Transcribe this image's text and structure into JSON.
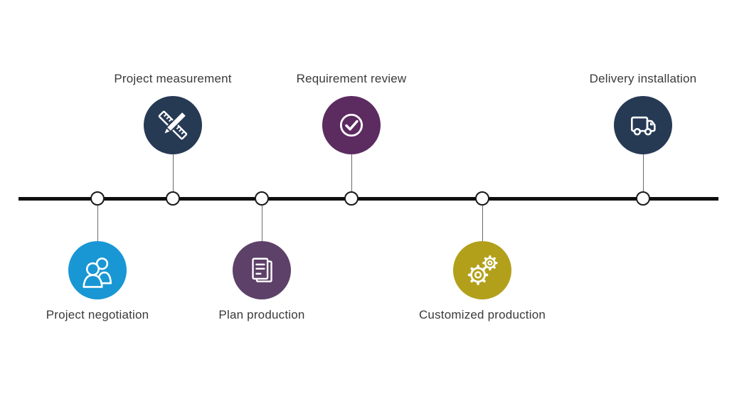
{
  "diagram": {
    "background": "#ffffff",
    "label_color": "#3a3a3a",
    "timeline": {
      "line_color": "#0f0f0f",
      "node_fill": "#ffffff",
      "node_border_color": "#1a1a1a",
      "connector_color": "#6b6b6b"
    },
    "steps": [
      {
        "label": "Project negotiation",
        "icon": "people-icon",
        "color": "#1997d4",
        "side": "below"
      },
      {
        "label": "Project measurement",
        "icon": "ruler-pencil-icon",
        "color": "#263a54",
        "side": "above"
      },
      {
        "label": "Plan production",
        "icon": "documents-icon",
        "color": "#5d4169",
        "side": "below"
      },
      {
        "label": "Requirement review",
        "icon": "check-circle-icon",
        "color": "#5c2b60",
        "side": "above"
      },
      {
        "label": "Customized production",
        "icon": "gears-icon",
        "color": "#b2a01b",
        "side": "below"
      },
      {
        "label": "Delivery installation",
        "icon": "truck-icon",
        "color": "#263a54",
        "side": "above"
      }
    ]
  }
}
